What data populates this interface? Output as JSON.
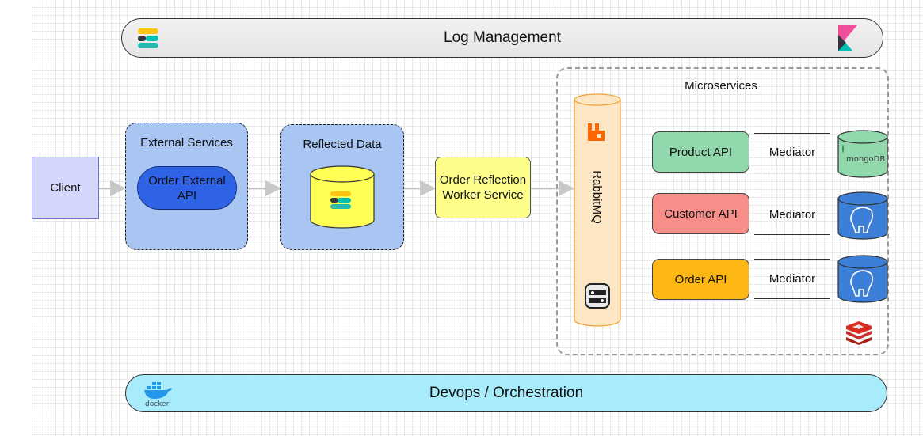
{
  "banners": {
    "log_management": "Log Management",
    "devops": "Devops / Orchestration"
  },
  "nodes": {
    "client": "Client",
    "external_services": "External Services",
    "order_external_api": "Order External API",
    "reflected_data": "Reflected Data",
    "worker": "Order Reflection Worker Service",
    "rabbitmq": "RabbitMQ",
    "microservices": "Microservices"
  },
  "apis": [
    {
      "label": "Product API",
      "mediator": "Mediator",
      "color": "#91d9ac",
      "db": "mongoDB"
    },
    {
      "label": "Customer API",
      "mediator": "Mediator",
      "color": "#f88e8a",
      "db": "postgres"
    },
    {
      "label": "Order API",
      "mediator": "Mediator",
      "color": "#fdb714",
      "db": "postgres"
    }
  ],
  "icons": {
    "elastic": "elastic-icon",
    "kibana": "kibana-icon",
    "docker": "docker-icon",
    "docker_text": "docker",
    "rabbitmq": "rabbitmq-icon",
    "mongodb_text": "mongoDB",
    "redis": "redis-icon"
  },
  "colors": {
    "client_fill": "#d4d7fb",
    "group_fill": "#a9c6f2",
    "order_external_fill": "#2f63e6",
    "worker_fill": "#fdfd8a",
    "rabbitmq_fill": "#fde6c4",
    "devops_fill": "#a8ecfb",
    "db_blue": "#3b7fd8",
    "db_yellow": "#ffff55"
  }
}
